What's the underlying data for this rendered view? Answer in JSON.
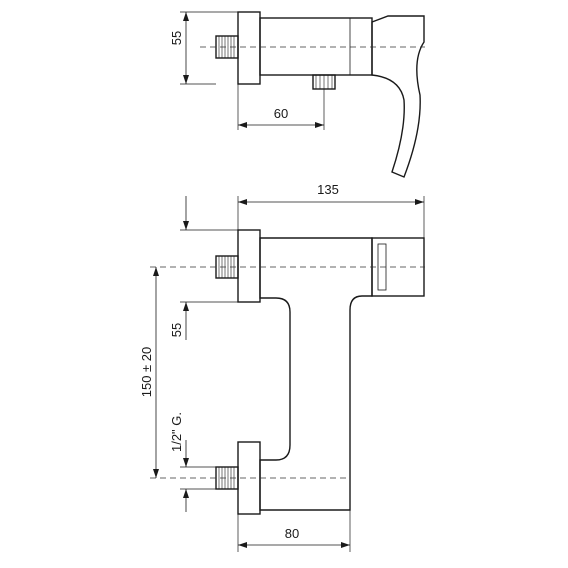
{
  "dimensions": {
    "top_view_height": "55",
    "top_view_inlet_offset": "60",
    "front_width": "135",
    "inlet_spacing": "150 ± 20",
    "front_height": "55",
    "thread": "1/2\" G.",
    "front_depth": "80"
  }
}
